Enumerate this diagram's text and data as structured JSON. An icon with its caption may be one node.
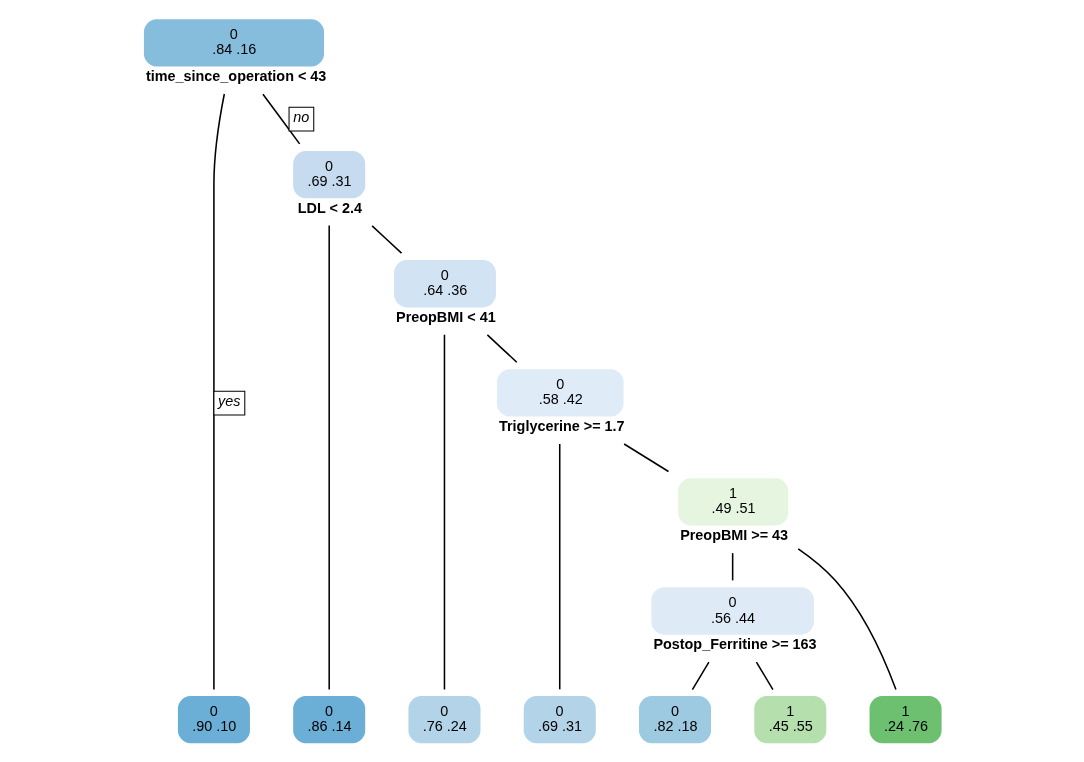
{
  "diagram": {
    "nodes": [
      {
        "text": [
          "0",
          ".84 .16"
        ],
        "beside": [
          "time_since_operation < 43"
        ]
      },
      {
        "text": [
          "0",
          ".69 .31"
        ],
        "beside": [
          "LDL < 2.4"
        ]
      },
      {
        "text": [
          "0",
          ".64 .36"
        ],
        "beside": [
          "PreopBMI < 41"
        ]
      },
      {
        "text": [
          "0",
          ".58 .42"
        ],
        "beside": [
          "Triglycerine >= 1.7"
        ]
      },
      {
        "text": [
          "1",
          ".49 .51"
        ],
        "beside": [
          "PreopBMI >= 43"
        ]
      },
      {
        "text": [
          "0",
          ".56 .44"
        ],
        "beside": [
          "Postop_Ferritine >= 163"
        ]
      },
      {
        "text": [
          "0",
          ".90 .10"
        ]
      },
      {
        "text": [
          "0",
          ".86 .14"
        ]
      },
      {
        "text": [
          "0",
          ".76 .24"
        ]
      },
      {
        "text": [
          "0",
          ".69 .31"
        ]
      },
      {
        "text": [
          "0",
          ".82 .18"
        ]
      },
      {
        "text": [
          "1",
          ".45 .55"
        ]
      },
      {
        "text": [
          "1",
          ".24 .76"
        ]
      }
    ],
    "edges": [
      {
        "from": 0,
        "to": 6,
        "arrow": "none",
        "label": "yes"
      },
      {
        "from": 0,
        "to": 1,
        "arrow": "none",
        "label": "no"
      },
      {
        "from": 1,
        "to": 7,
        "arrow": "none"
      },
      {
        "from": 1,
        "to": 2,
        "arrow": "none"
      },
      {
        "from": 2,
        "to": 8,
        "arrow": "none"
      },
      {
        "from": 2,
        "to": 3,
        "arrow": "none"
      },
      {
        "from": 3,
        "to": 9,
        "arrow": "none"
      },
      {
        "from": 3,
        "to": 4,
        "arrow": "none"
      },
      {
        "from": 4,
        "to": 5,
        "arrow": "none"
      },
      {
        "from": 4,
        "to": 12,
        "arrow": "none"
      },
      {
        "from": 5,
        "to": 10,
        "arrow": "none"
      },
      {
        "from": 5,
        "to": 11,
        "arrow": "none"
      }
    ]
  }
}
